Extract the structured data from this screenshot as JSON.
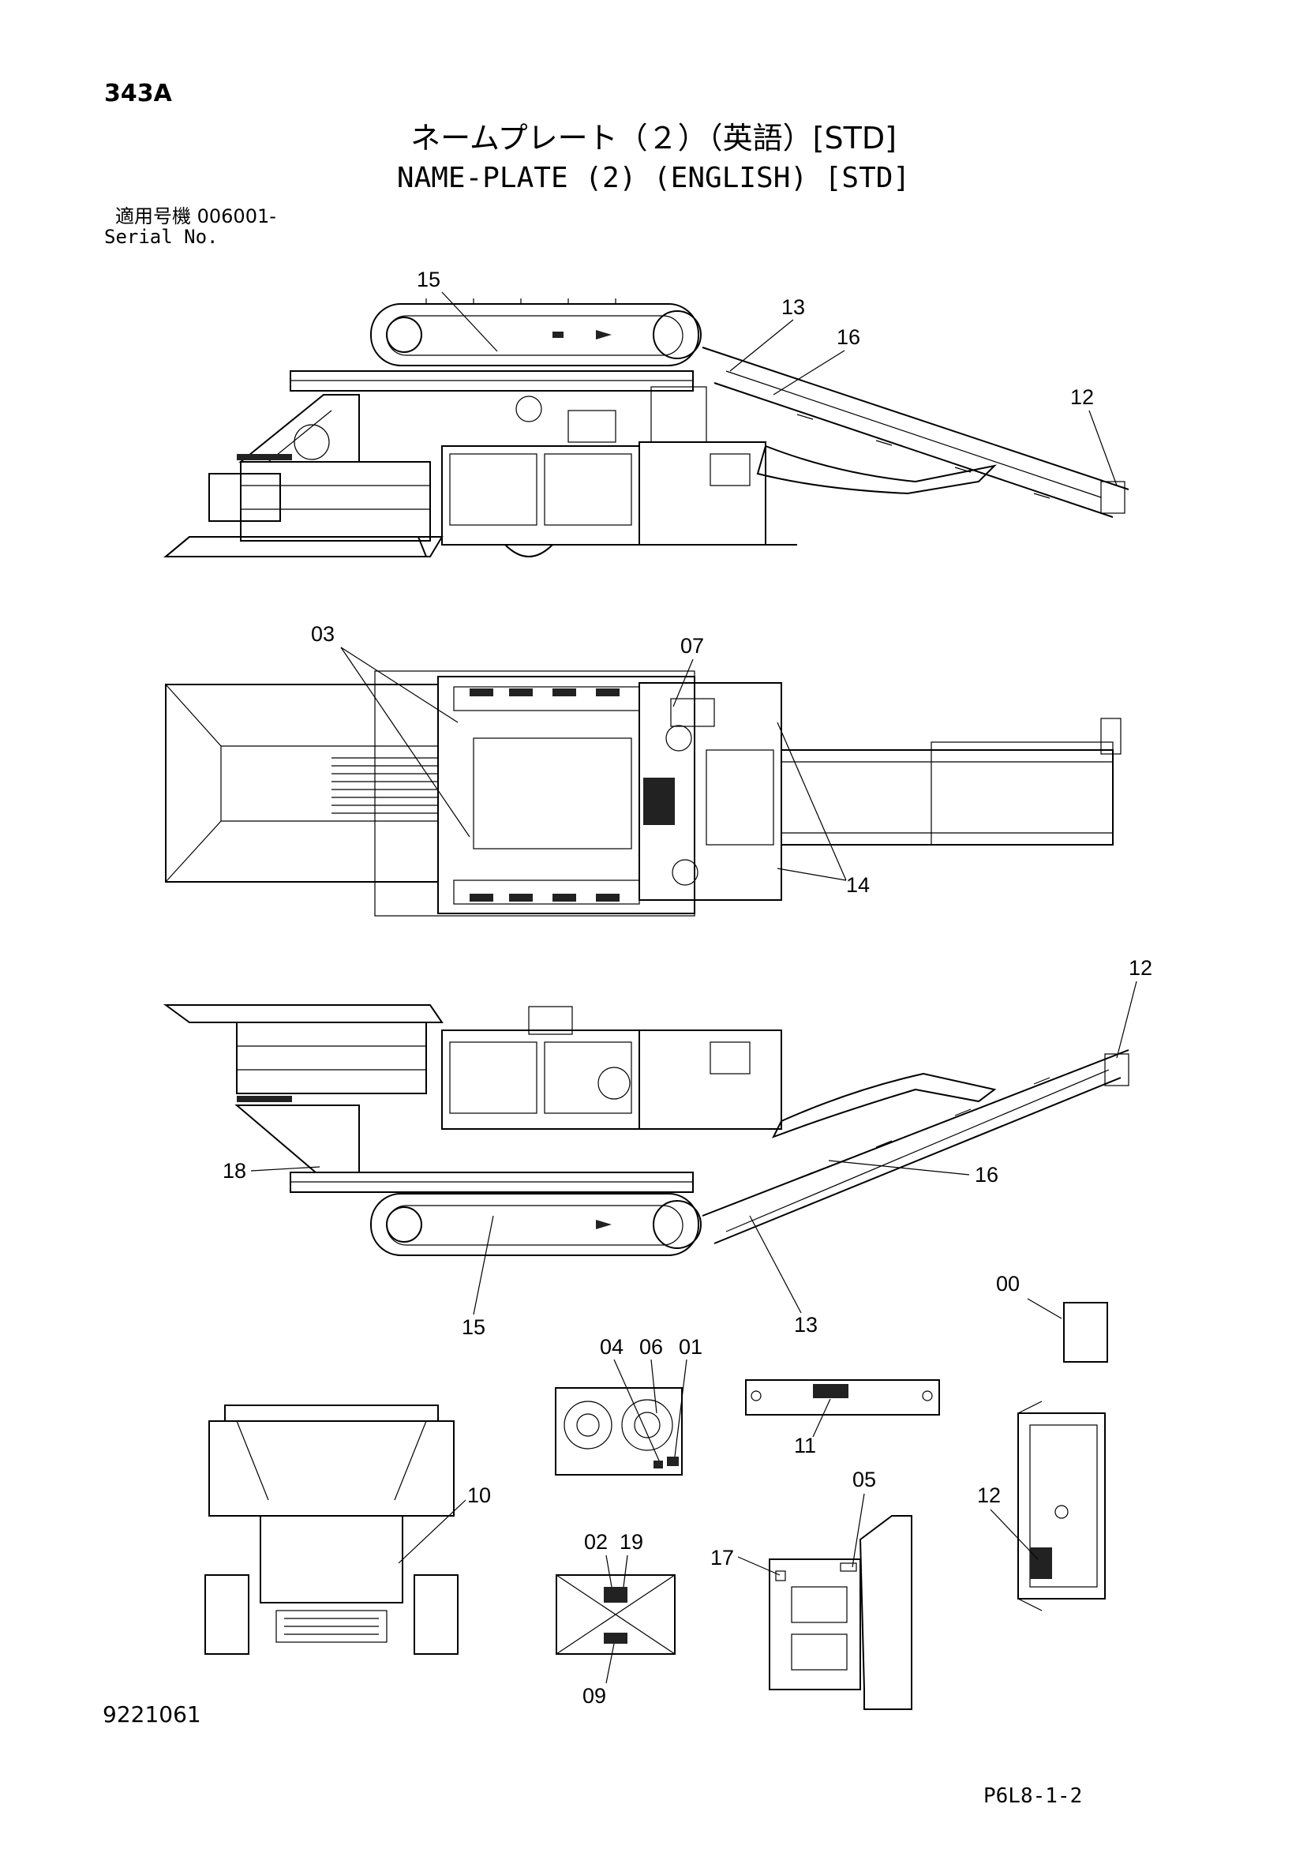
{
  "header": {
    "page_code": "343A",
    "title_jp": "ネームプレート（２）（英語）[STD]",
    "title_en": "NAME-PLATE (2) (ENGLISH) [STD]",
    "serial_label_jp": "適用号機  006001-",
    "serial_label_en": "Serial No."
  },
  "callouts": {
    "side_view_top": [
      "15",
      "13",
      "16",
      "12"
    ],
    "plan_view": [
      "03",
      "07",
      "14"
    ],
    "side_view_bottom": [
      "12",
      "18",
      "16",
      "15",
      "13"
    ],
    "details": [
      "04",
      "06",
      "01",
      "00",
      "11",
      "05",
      "10",
      "12",
      "02",
      "19",
      "17",
      "09"
    ]
  },
  "footer": {
    "doc_number": "9221061",
    "page_ref": "P6L8-1-2"
  }
}
